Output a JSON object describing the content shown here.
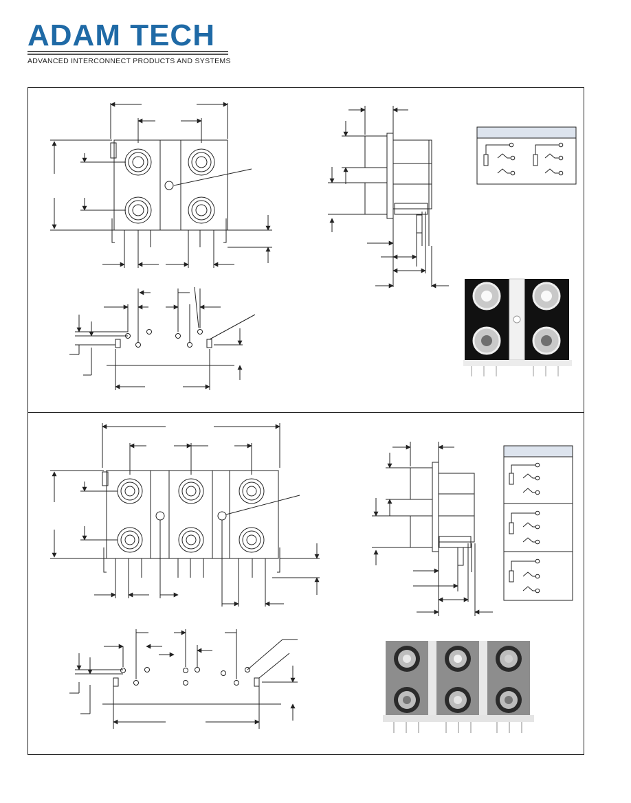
{
  "header": {
    "brand": "ADAM TECH",
    "tagline": "ADVANCED INTERCONNECT PRODUCTS AND SYSTEMS",
    "brand_color": "#1f6aa6"
  },
  "panels": [
    {
      "id": "top",
      "jack_count": 4,
      "config": "2 x 2 RCA jacks"
    },
    {
      "id": "bottom",
      "jack_count": 6,
      "config": "3 x 2 RCA jacks"
    }
  ],
  "icons": [
    "rca-jack-icon",
    "switch-contact-icon",
    "product-photo"
  ]
}
